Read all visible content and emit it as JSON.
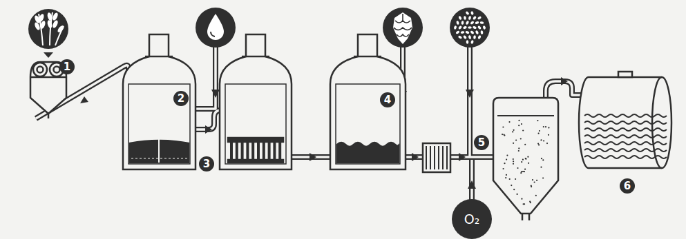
{
  "diagram": {
    "labels": [
      "1",
      "2",
      "3",
      "4",
      "5",
      "6",
      "O₂"
    ]
  }
}
